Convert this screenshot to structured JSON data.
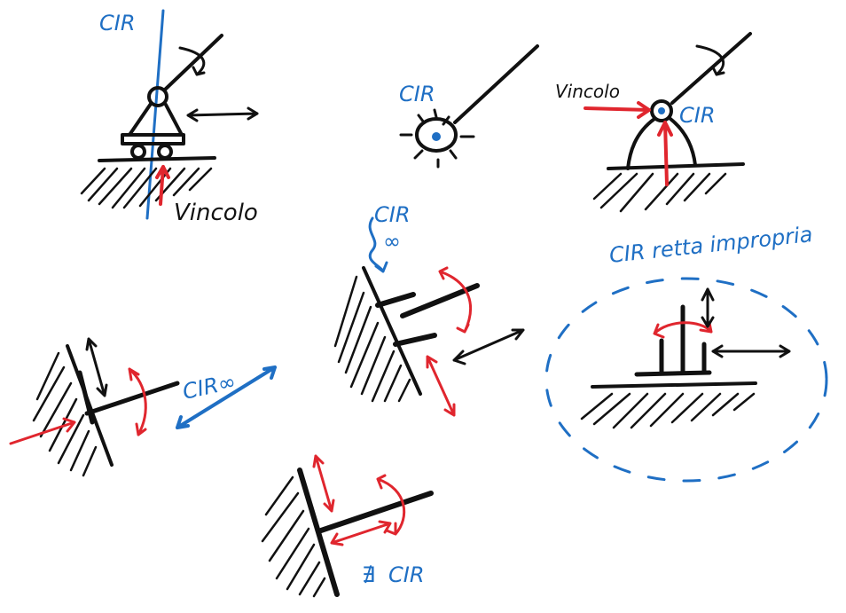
{
  "colors": {
    "ink": "#111111",
    "blue": "#1f6fc4",
    "red": "#e0262e",
    "background": "#ffffff"
  },
  "labels": {
    "roller_cir": "CIR",
    "roller_vincolo": "Vincolo",
    "hinge_free_cir": "CIR",
    "hinge_ground_vincolo": "Vincolo",
    "hinge_ground_cir": "CIR",
    "double_pendulum_cir": "CIR",
    "double_pendulum_inf": "∞",
    "improper_line_cir": "CIR retta impropria",
    "wall_slider_cir": "CIR∞",
    "bottom_cir": "CIR",
    "bottom_cir_symbol": "∄"
  }
}
